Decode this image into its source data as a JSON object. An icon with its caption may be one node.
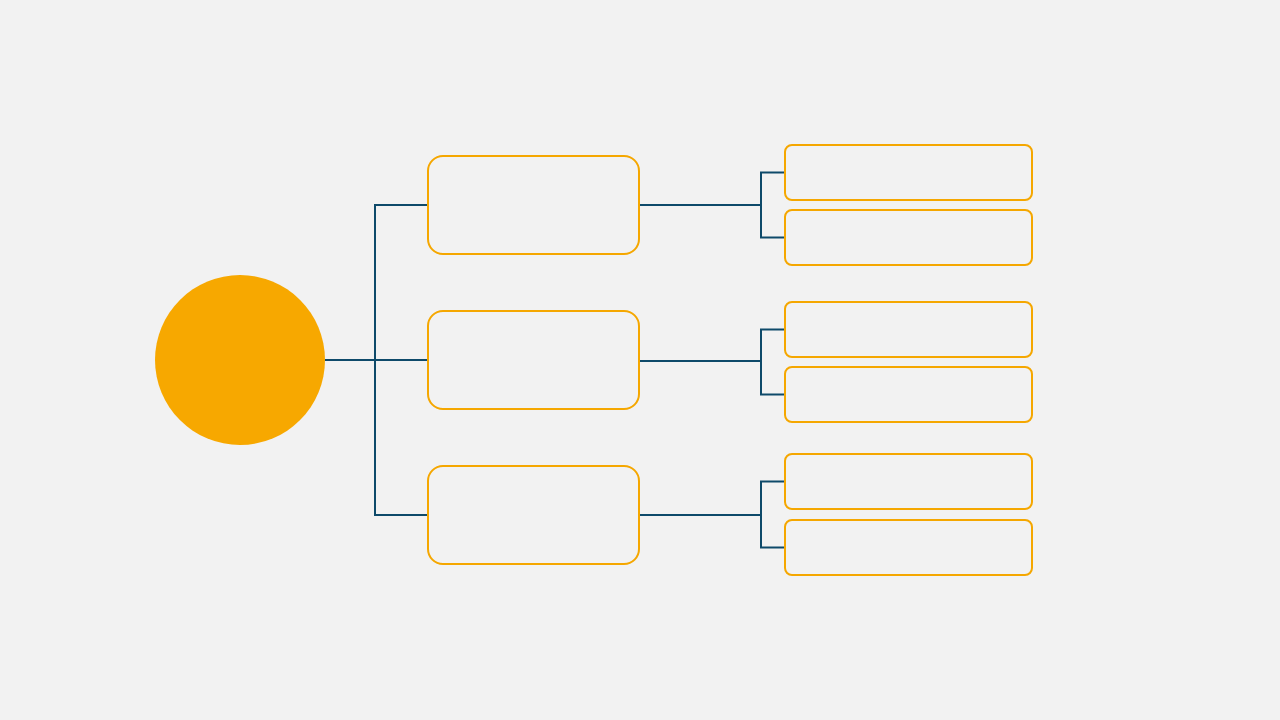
{
  "diagram": {
    "nodes": [
      {
        "text": [],
        "shape": "circle"
      },
      {
        "text": [],
        "shape": "box"
      },
      {
        "text": [],
        "shape": "box"
      },
      {
        "text": [],
        "shape": "box"
      },
      {
        "text": [],
        "shape": "box"
      },
      {
        "text": [],
        "shape": "box"
      },
      {
        "text": [],
        "shape": "box"
      },
      {
        "text": [],
        "shape": "box"
      },
      {
        "text": [],
        "shape": "box"
      },
      {
        "text": [],
        "shape": "box"
      }
    ],
    "edges": [
      {
        "from": 0,
        "to": 1,
        "arrow": "none"
      },
      {
        "from": 0,
        "to": 2,
        "arrow": "none"
      },
      {
        "from": 0,
        "to": 3,
        "arrow": "none"
      },
      {
        "from": 1,
        "to": 4,
        "arrow": "none"
      },
      {
        "from": 1,
        "to": 5,
        "arrow": "none"
      },
      {
        "from": 2,
        "to": 6,
        "arrow": "none"
      },
      {
        "from": 2,
        "to": 7,
        "arrow": "none"
      },
      {
        "from": 3,
        "to": 8,
        "arrow": "none"
      },
      {
        "from": 3,
        "to": 9,
        "arrow": "none"
      }
    ]
  }
}
